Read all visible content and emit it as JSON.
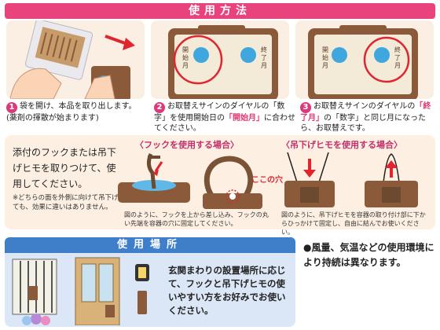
{
  "usage": {
    "title": "使用方法",
    "steps": [
      {
        "num": "1",
        "line1": "袋を開け、本品を取り出します。",
        "line2": "(薬剤の揮散が始まります)"
      },
      {
        "num": "2",
        "pre": "お取替えサインのダイヤルの「数字」を使用開始日の",
        "hl": "「開始月」",
        "post": "に合わせてください。"
      },
      {
        "num": "3",
        "pre": "お取替えサインのダイヤルの",
        "hl": "「終了月」",
        "post": "の「数字」と同じ月になったら、お取替えです。"
      }
    ],
    "dial_start": "開始月",
    "dial_end": "終了月"
  },
  "attach": {
    "main_text": "添付のフックまたは吊下げヒモを取りつけて、使用してください。",
    "note": "※どちらの面を外側に向けて吊下げても、効果に違いはありません。",
    "hook_head": "〈フックを使用する場合〉",
    "hook_caption": "図のように、フックを上から差し込み、フックの丸い先端を容器の穴に固定してください。",
    "hole_label": "ここの穴",
    "string_head": "〈吊下げヒモを使用する場合〉",
    "string_caption": "図のように、吊下げヒモを容器の取り付け部に下からひっかけて固定し、自由に結んでお使いください。"
  },
  "location": {
    "title": "使用場所",
    "text": "玄関まわりの設置場所に応じて、フックと吊下げヒモの使いやすい方をお好みでお使いください。"
  },
  "side_note": "●風量、気温などの使用環境により持続は異なります。",
  "colors": {
    "pink": "#e8437d",
    "brown": "#8a5a3a",
    "blue": "#3f7ec8",
    "highlight": "#e0396f"
  }
}
